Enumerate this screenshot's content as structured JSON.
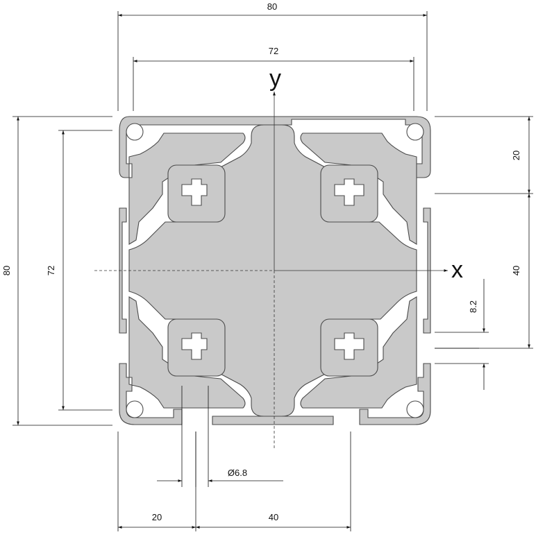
{
  "dimensions": {
    "top_outer": "80",
    "top_inner": "72",
    "left_outer": "80",
    "left_inner": "72",
    "right_top": "20",
    "right_middle": "40",
    "right_slot": "8.2",
    "bottom_left": "20",
    "bottom_right": "40",
    "hole_diameter": "Ø6.8"
  },
  "axes": {
    "x_label": "x",
    "y_label": "y"
  },
  "colors": {
    "profile_fill": "#c9c9c9",
    "profile_stroke": "#4a4a4a",
    "line": "#111111"
  }
}
